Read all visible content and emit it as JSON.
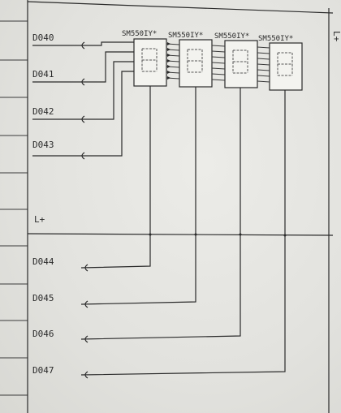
{
  "terminals": [
    {
      "label": "D040"
    },
    {
      "label": "D041"
    },
    {
      "label": "D042"
    },
    {
      "label": "D043"
    },
    {
      "label": "L+"
    },
    {
      "label": "D044"
    },
    {
      "label": "D045"
    },
    {
      "label": "D046"
    },
    {
      "label": "D047"
    }
  ],
  "displays": [
    {
      "label": "SM550IY*"
    },
    {
      "label": "SM550IY*"
    },
    {
      "label": "SM550IY*"
    },
    {
      "label": "SM550IY*"
    }
  ],
  "right_edge_label": "L+"
}
